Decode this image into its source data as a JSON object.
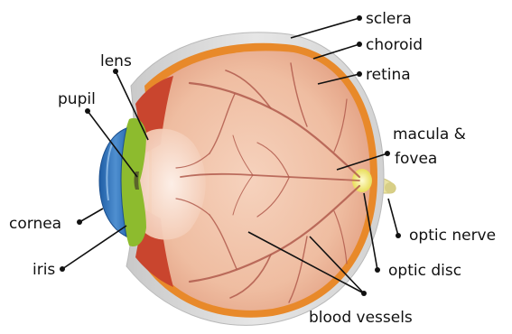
{
  "labels": {
    "sclera": "sclera",
    "choroid": "choroid",
    "retina": "retina",
    "lens": "lens",
    "pupil": "pupil",
    "macula": "macula &",
    "fovea": "fovea",
    "cornea": "cornea",
    "iris": "iris",
    "optic_nerve": "optic nerve",
    "optic_disc": "optic disc",
    "blood_vessels": "blood vessels"
  },
  "colors": {
    "sclera": "#dcdcdc",
    "choroid": "#e8892a",
    "retina": "#f1c3a8",
    "retina_dark": "#e7a98c",
    "ciliary": "#c9452e",
    "iris": "#8dbb2e",
    "cornea": "#2d6fb5",
    "lens": "#fbe3d6",
    "optic_disc": "#f5f08a",
    "vessels": "#b05a4c",
    "text": "#111111"
  }
}
